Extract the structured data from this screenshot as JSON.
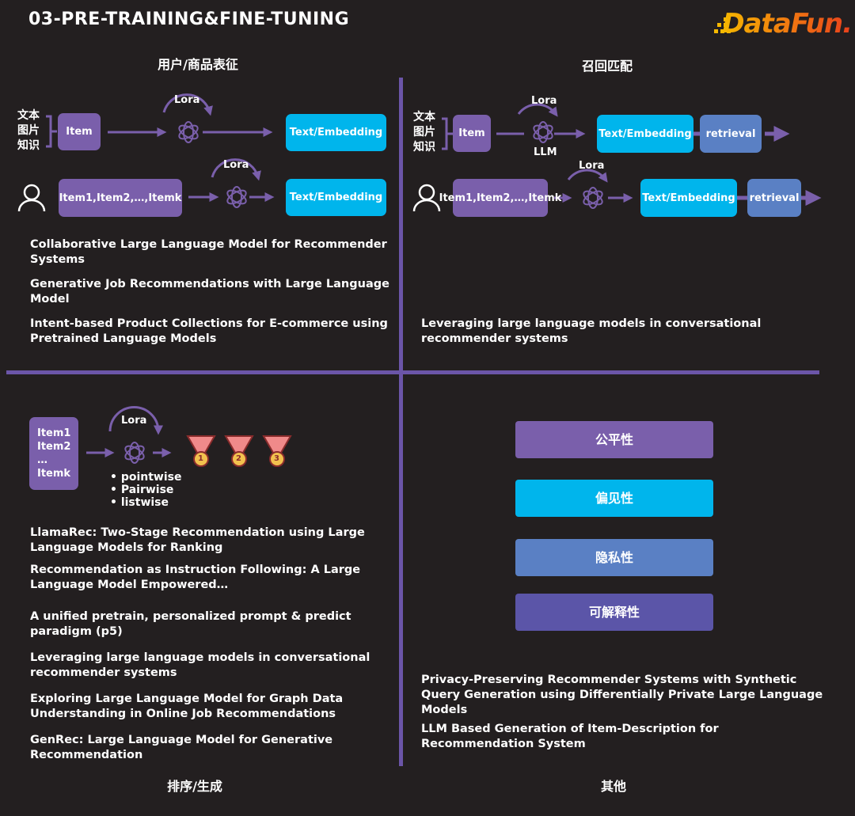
{
  "header": {
    "title": "03-PRE-TRAINING&FINE-TUNING",
    "logo": "DataFun."
  },
  "colors": {
    "purple": "#7a5fab",
    "cyan": "#00b5ec",
    "blue": "#5a80c4",
    "divider": "#6b55a8"
  },
  "q1": {
    "label": "用户/商品表征",
    "sources": [
      "文本",
      "图片",
      "知识"
    ],
    "item": "Item",
    "lora": "Lora",
    "output": "Text/Embedding",
    "seq": "Item1,Item2,…,Itemk",
    "papers": [
      "Collaborative Large Language Model for Recommender Systems",
      "Generative Job Recommendations with Large Language Model",
      "Intent-based Product Collections for E-commerce using Pretrained Language Models"
    ]
  },
  "q2": {
    "label": "召回匹配",
    "sources": [
      "文本",
      "图片",
      "知识"
    ],
    "item": "Item",
    "lora": "Lora",
    "llm": "LLM",
    "output": "Text/Embedding",
    "retrieval": "retrieval",
    "seq": "Item1,Item2,…,Itemk",
    "papers": [
      "Leveraging large language models in conversational recommender systems"
    ]
  },
  "q3": {
    "label": "排序/生成",
    "items": [
      "Item1",
      "Item2",
      "…",
      "Itemk"
    ],
    "lora": "Lora",
    "methods": [
      "pointwise",
      "Pairwise",
      "listwise"
    ],
    "ranks": [
      "1",
      "2",
      "3"
    ],
    "papers": [
      "LlamaRec: Two-Stage Recommendation using Large Language Models for Ranking",
      "Recommendation as Instruction Following: A Large Language Model Empowered…",
      "A unified pretrain, personalized prompt & predict paradigm (p5)",
      "Leveraging large language models in conversational recommender systems",
      "Exploring Large Language Model for Graph Data Understanding in Online Job Recommendations",
      "GenRec: Large Language Model for Generative Recommendation"
    ]
  },
  "q4": {
    "label": "其他",
    "topics": [
      "公平性",
      "偏见性",
      "隐私性",
      "可解释性"
    ],
    "papers": [
      "Privacy-Preserving Recommender Systems with Synthetic Query Generation using Differentially Private Large Language Models",
      "LLM Based Generation of Item-Description for Recommendation System"
    ]
  }
}
